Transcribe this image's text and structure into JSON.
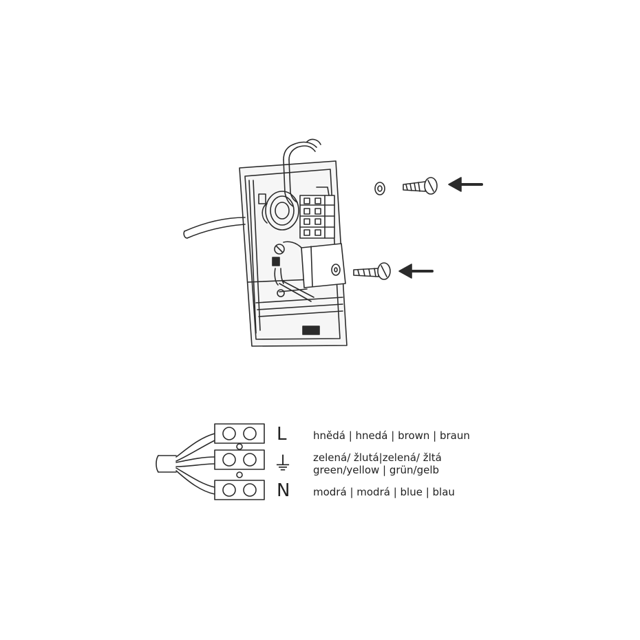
{
  "terminals": {
    "live": {
      "symbol": "L"
    },
    "earth": {
      "symbol": "⏚"
    },
    "neutral": {
      "symbol": "N"
    }
  },
  "wires": {
    "live_colors": "hnědá | hnedá | brown | braun",
    "earth_colors_line1": "zelená/ žlutá|zelená/ žltá",
    "earth_colors_line2": "green/yellow | grün/gelb",
    "neutral_colors": "modrá | modrá | blue | blau"
  },
  "colors": {
    "line": "#2b2b2b",
    "housing_fill": "#f6f6f6",
    "text": "#222222"
  }
}
